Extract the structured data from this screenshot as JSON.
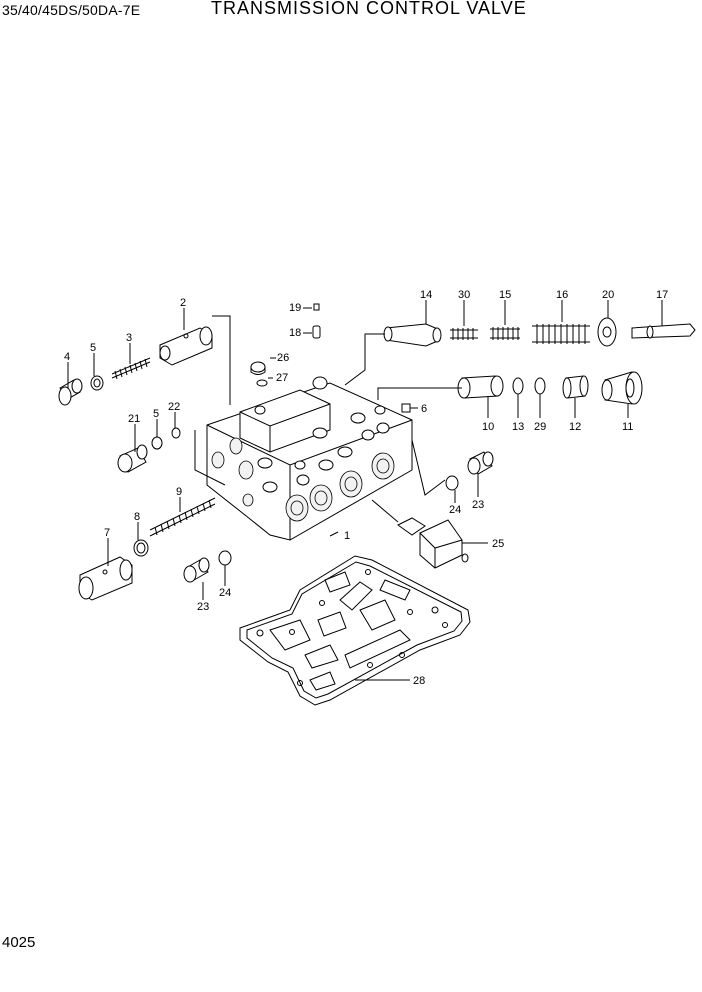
{
  "header": {
    "model": "35/40/45DS/50DA-7E",
    "title": "TRANSMISSION  CONTROL VALVE"
  },
  "footer": {
    "page_number": "4025"
  },
  "callouts": [
    "1",
    "2",
    "3",
    "4",
    "5",
    "5",
    "6",
    "7",
    "8",
    "9",
    "10",
    "11",
    "12",
    "13",
    "14",
    "15",
    "16",
    "17",
    "18",
    "19",
    "20",
    "21",
    "22",
    "23",
    "23",
    "24",
    "24",
    "25",
    "26",
    "27",
    "28",
    "29",
    "30"
  ]
}
